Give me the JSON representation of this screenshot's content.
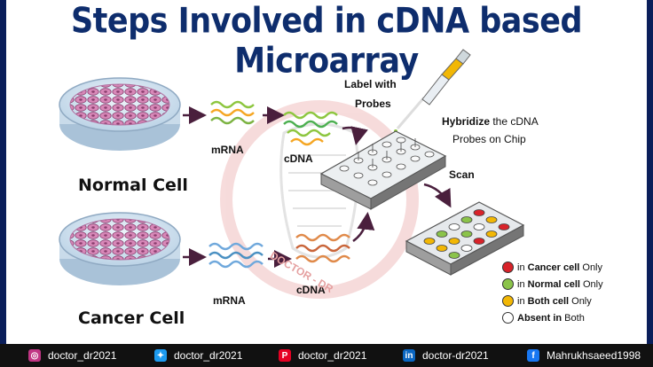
{
  "title": "Steps Involved in cDNA based Microarray",
  "labels": {
    "normal_cell": "Normal Cell",
    "cancer_cell": "Cancer Cell",
    "mrna_top": "mRNA",
    "mrna_bottom": "mRNA",
    "cdna_top": "cDNA",
    "cdna_bottom": "cDNA",
    "label_with": "Label with",
    "probes": "Probes",
    "hybridize_bold": "Hybridize",
    "hybridize_rest": " the cDNA",
    "hybridize_line2": "Probes on Chip",
    "scan": "Scan",
    "watermark": "DOCTOR - DR"
  },
  "legend": [
    {
      "bold": "",
      "prefix": "in ",
      "emph": "Cancer cell",
      "suffix": " Only",
      "color": "#d8232a"
    },
    {
      "bold": "",
      "prefix": "in ",
      "emph": "Normal cell",
      "suffix": " Only",
      "color": "#8bc34a"
    },
    {
      "bold": "",
      "prefix": "in ",
      "emph": "Both cell",
      "suffix": " Only",
      "color": "#f2b705"
    },
    {
      "bold": "Absent in",
      "prefix": "",
      "emph": "",
      "suffix": " Both",
      "color": "#ffffff"
    }
  ],
  "footer": [
    {
      "icon": "instagram-icon",
      "text": "doctor_dr2021",
      "color": "#c13584",
      "glyph": "◎"
    },
    {
      "icon": "twitter-icon",
      "text": "doctor_dr2021",
      "color": "#1d9bf0",
      "glyph": "✦"
    },
    {
      "icon": "pinterest-icon",
      "text": "doctor_dr2021",
      "color": "#e60023",
      "glyph": "P"
    },
    {
      "icon": "linkedin-icon",
      "text": "doctor-dr2021",
      "color": "#0a66c2",
      "glyph": "in"
    },
    {
      "icon": "facebook-icon",
      "text": "Mahrukhsaeed1998",
      "color": "#1877f2",
      "glyph": "f"
    }
  ],
  "colors": {
    "title": "#0e2d6d",
    "cells": "#c46aa0",
    "arrow": "#4a1f3d",
    "frame": "#0a1e5a"
  }
}
